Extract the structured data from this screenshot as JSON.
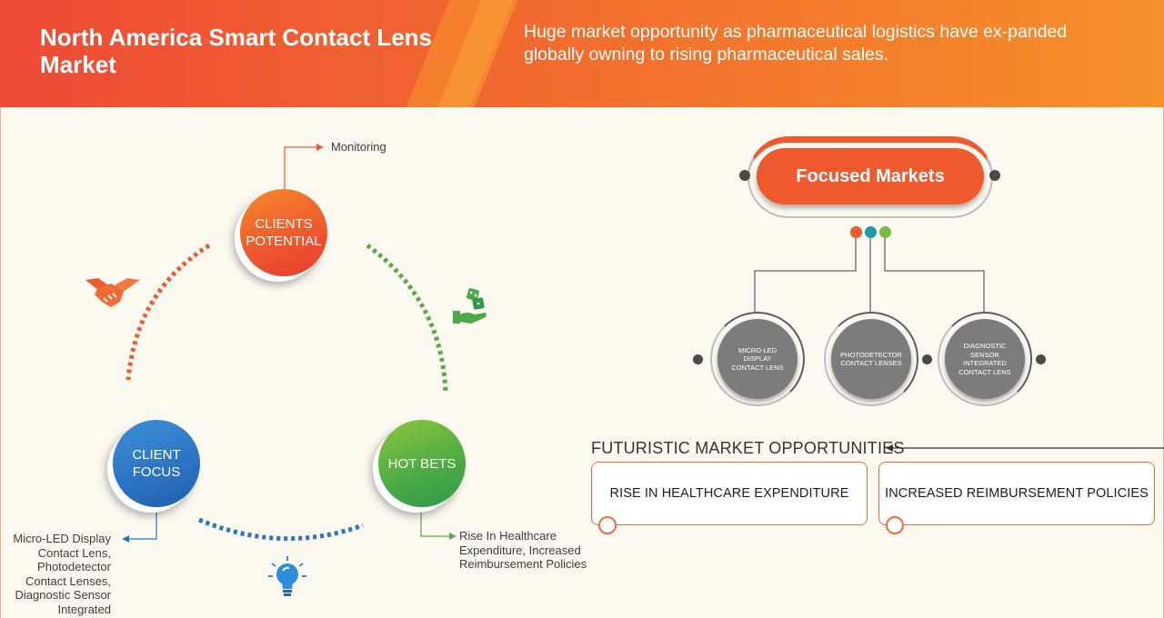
{
  "header": {
    "title": "North America Smart Contact Lens Market",
    "subtitle": "Huge market opportunity as pharmaceutical logistics have ex-panded globally owning to rising pharmaceutical sales."
  },
  "cycle": {
    "clients_potential": "CLIENTS POTENTIAL",
    "client_focus": "CLIENT FOCUS",
    "hot_bets": "HOT BETS",
    "monitoring": "Monitoring",
    "focus_detail": "Micro-LED Display Contact Lens, Photodetector Contact Lenses, Diagnostic Sensor Integrated",
    "hot_detail": "Rise In Healthcare Expenditure, Increased Reimbursement Policies",
    "icons": [
      "handshake-icon",
      "money-dice-icon",
      "lightbulb-icon"
    ]
  },
  "focused_markets": {
    "title": "Focused Markets",
    "segments": [
      "MICRO-LED DISPLAY CONTACT LENS",
      "PHOTODETECTOR CONTACT LENSES",
      "DIAGNOSTIC SENSOR INTEGRATED CONTACT LENS"
    ]
  },
  "opportunities": {
    "title": "FUTURISTIC MARKET OPPORTUNITIES",
    "items": [
      "RISE IN HEALTHCARE EXPENDITURE",
      "INCREASED REIMBURSEMENT POLICIES"
    ]
  },
  "colors": {
    "accent_orange": "#ee5a2e",
    "blue": "#2d73c3",
    "green": "#4aaa44",
    "segment_gray": "#7c7c7c"
  }
}
